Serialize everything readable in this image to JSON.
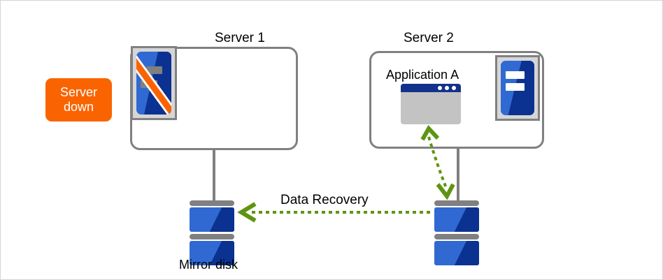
{
  "diagram": {
    "title_left": "Server 1",
    "title_right": "Server 2",
    "status_badge": {
      "line1": "Server",
      "line2": "down",
      "color": "#FA6400"
    },
    "server1": {
      "name": "Server 1",
      "icon": "server-machine-disabled-icon",
      "state": "down"
    },
    "server2": {
      "name": "Server 2",
      "icon": "server-machine-icon",
      "state": "running",
      "application_label": "Application A",
      "app_window_icon": "application-window-icon"
    },
    "mirror_disk_label": "Mirror disk",
    "flow_label": "Data Recovery",
    "arrow_color": "#5f9412",
    "box_border_color": "#808080",
    "disk_blue_light": "#3169d2",
    "disk_blue_dark": "#0b3290"
  }
}
